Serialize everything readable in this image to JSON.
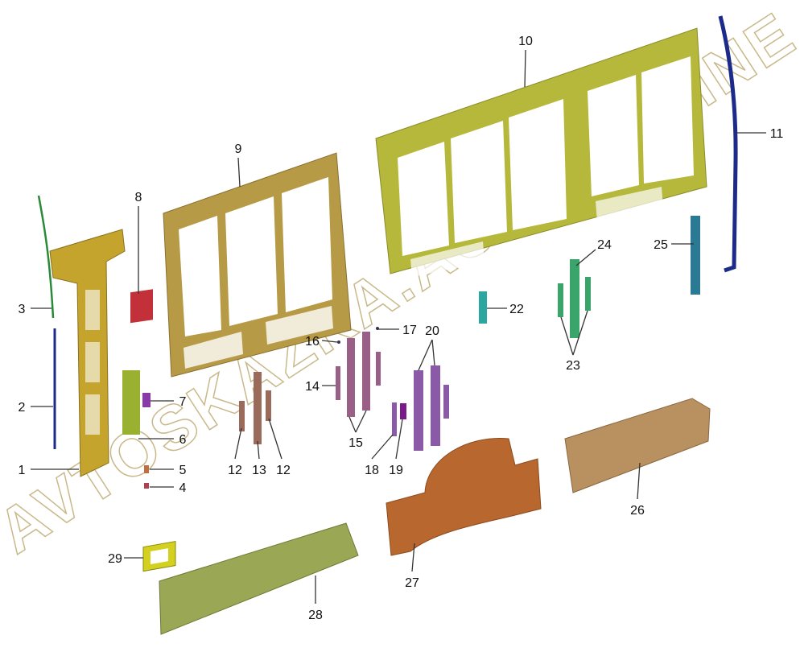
{
  "title": "Side body panel parts diagram",
  "watermark": "AVTOSKAZKA.ACAT.ONLINE",
  "labels": [
    "1",
    "2",
    "3",
    "4",
    "5",
    "6",
    "7",
    "8",
    "9",
    "10",
    "11",
    "12",
    "13",
    "12",
    "14",
    "15",
    "16",
    "17",
    "18",
    "19",
    "20",
    "22",
    "23",
    "24",
    "25",
    "26",
    "27",
    "28",
    "29"
  ],
  "colors": {
    "olive": "#b5b83a",
    "tan": "#b79a45",
    "gold": "#c4a42c",
    "copper": "#b8682e",
    "purple": "#8a5aa8",
    "mauve": "#9a5f86",
    "teal": "#2aa7a0",
    "green": "#3aa56a",
    "navy": "#1c2a8a",
    "blue_teal": "#2a7a96",
    "red": "#c2303a"
  }
}
